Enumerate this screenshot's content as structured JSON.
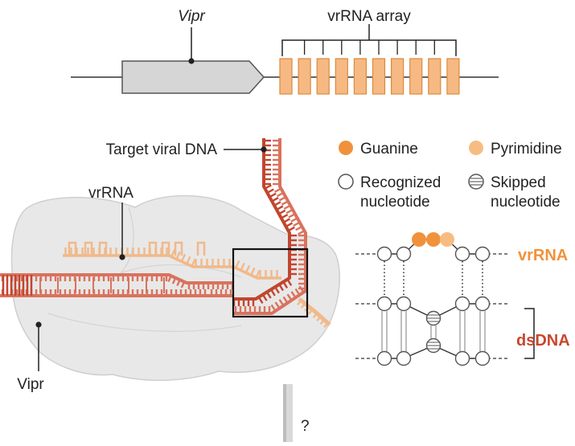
{
  "gene_map": {
    "gene_label": "Vipr",
    "array_label": "vrRNA array",
    "array_units": 10
  },
  "structure": {
    "target_label": "Target viral DNA",
    "vrrna_label": "vrRNA",
    "vipr_label": "Vipr",
    "question_mark": "?"
  },
  "legend": {
    "guanine": "Guanine",
    "pyrimidine": "Pyrimidine",
    "recognized_line1": "Recognized",
    "recognized_line2": "nucleotide",
    "skipped_line1": "Skipped",
    "skipped_line2": "nucleotide"
  },
  "schematic": {
    "vrrna_label": "vrRNA",
    "dsdna_label": "dsDNA"
  },
  "colors": {
    "guanine": "#f0923c",
    "pyrimidine": "#f7bc82",
    "array": "#f7b983",
    "array_stroke": "#d98a3c",
    "dna_dark": "#c2452f",
    "dna_mid": "#d9735d",
    "rna_light": "#f1b98a",
    "vrrna_text": "#f0923c",
    "dsdna_text": "#c8472e",
    "protein": "#e8e8e8",
    "protein_stroke": "#cfcfcf",
    "gene_box": "#d6d6d6"
  }
}
